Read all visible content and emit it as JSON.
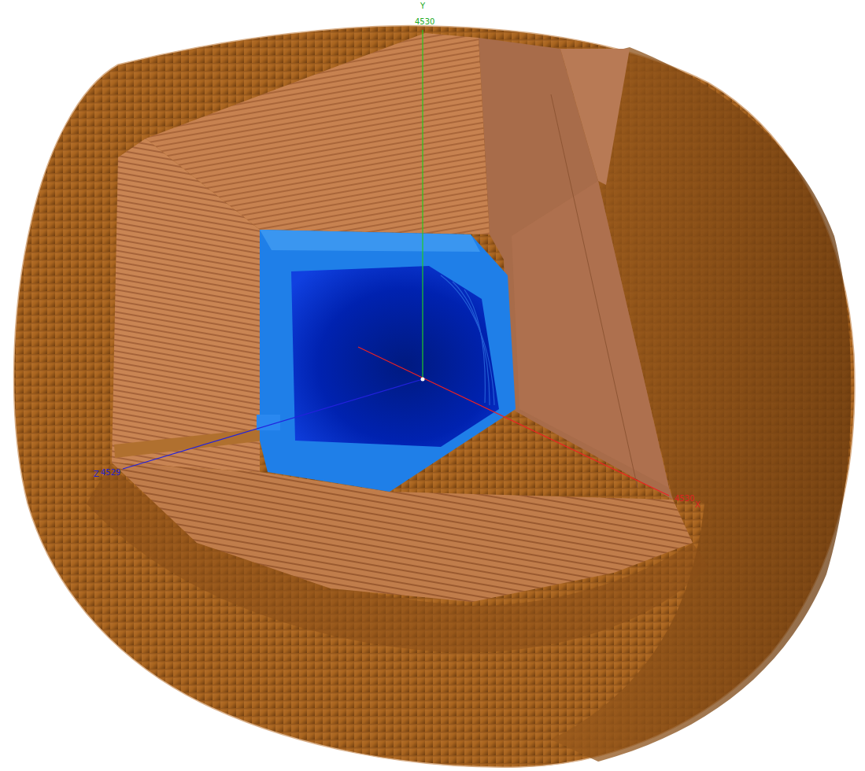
{
  "diagram": {
    "labels": [
      "Y",
      "4530",
      "Z",
      "4529",
      "4530",
      "X"
    ]
  }
}
